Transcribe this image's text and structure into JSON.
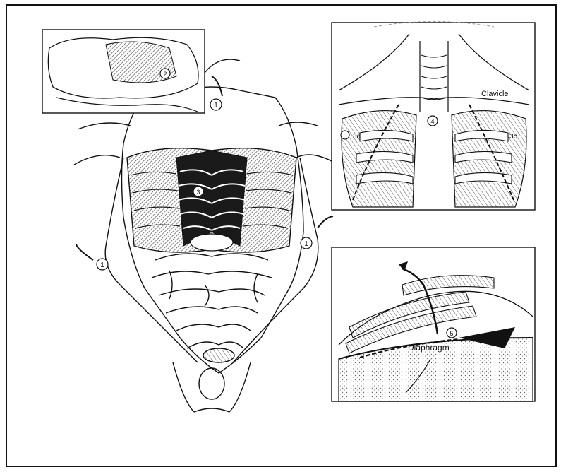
{
  "figure": {
    "labels": {
      "clavicle": "Clavicle",
      "diaphragm": "Diaphragm",
      "marker_1": "1",
      "marker_2": "2",
      "marker_3": "3",
      "marker_4": "4",
      "marker_5": "5",
      "tag_3a": "3a",
      "tag_3b": "3b"
    },
    "colors": {
      "ink": "#111111",
      "paper": "#ffffff",
      "hatch": "#555555",
      "dark_ribs": "#1a1a1a"
    }
  }
}
